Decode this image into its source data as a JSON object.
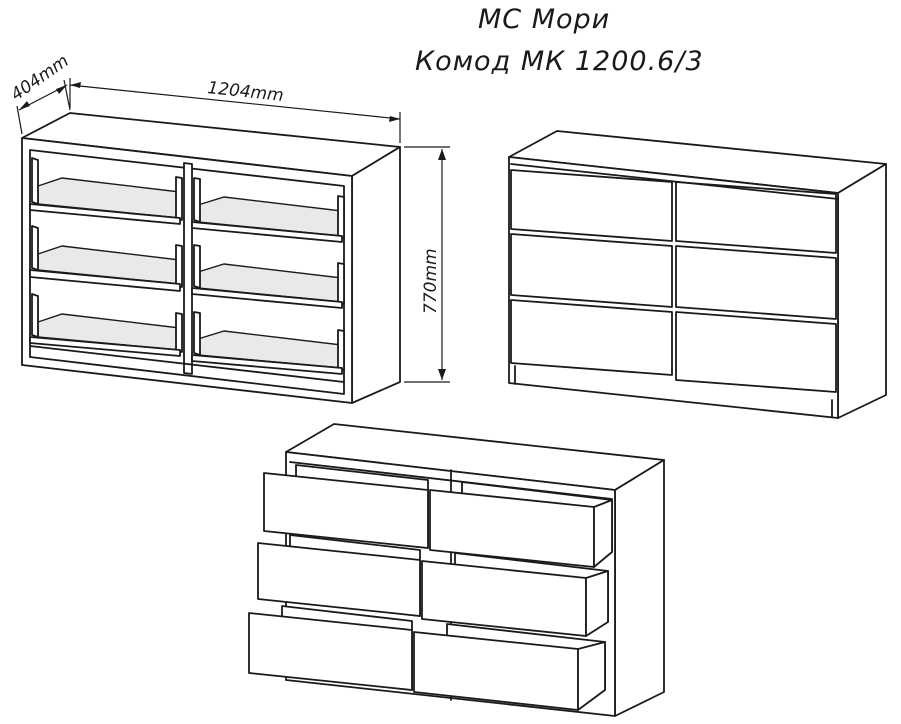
{
  "title": {
    "brand": "МС Мори",
    "model": "Комод МК 1200.6/3"
  },
  "dimensions": {
    "depth": "404mm",
    "width": "1204mm",
    "height": "770mm"
  },
  "views": [
    {
      "name": "open-carcass-view"
    },
    {
      "name": "closed-front-view"
    },
    {
      "name": "drawers-pulled-view"
    }
  ],
  "colors": {
    "line": "#1a1a1a",
    "drawer_floor": "#e9e9e9",
    "background": "#ffffff"
  }
}
